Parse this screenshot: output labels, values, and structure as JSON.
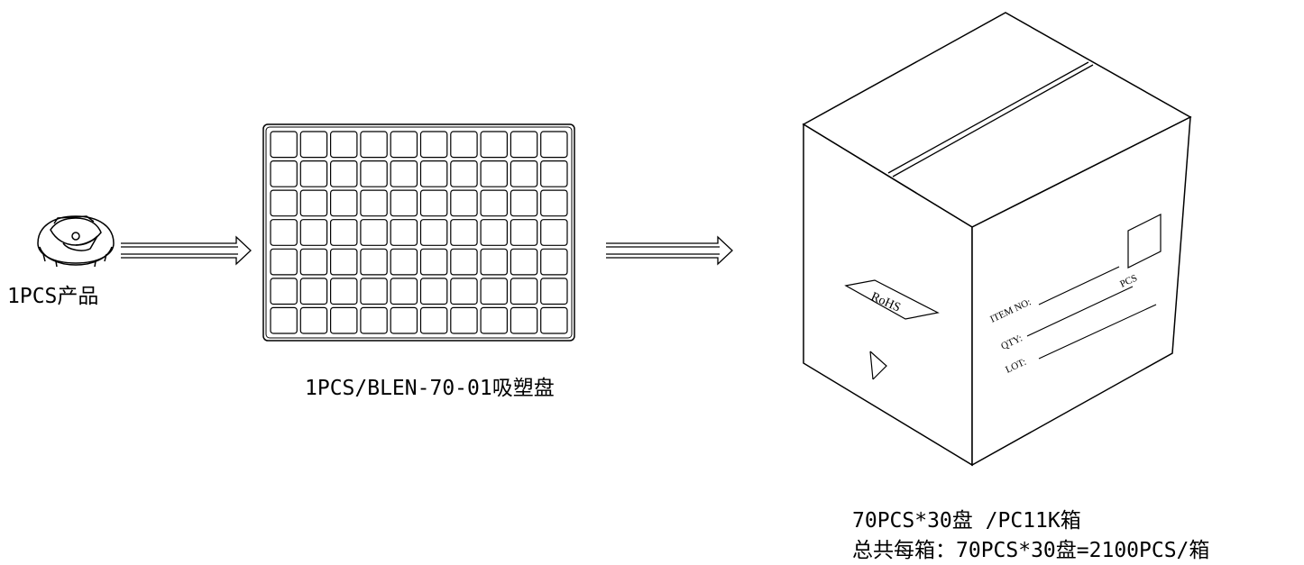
{
  "product": {
    "label": "1PCS产品"
  },
  "tray": {
    "label": "1PCS/BLEN-70-01吸塑盘",
    "rows": 7,
    "cols": 10
  },
  "box": {
    "rohs_mark": "RoHS",
    "item_no_label": "ITEM NO:",
    "pcs_suffix": "PCS",
    "qty_label": "QTY:",
    "lot_label": "LOT:",
    "caption_line1": "70PCS*30盘 /PC11K箱",
    "caption_line2": "总共每箱：70PCS*30盘=2100PCS/箱"
  }
}
